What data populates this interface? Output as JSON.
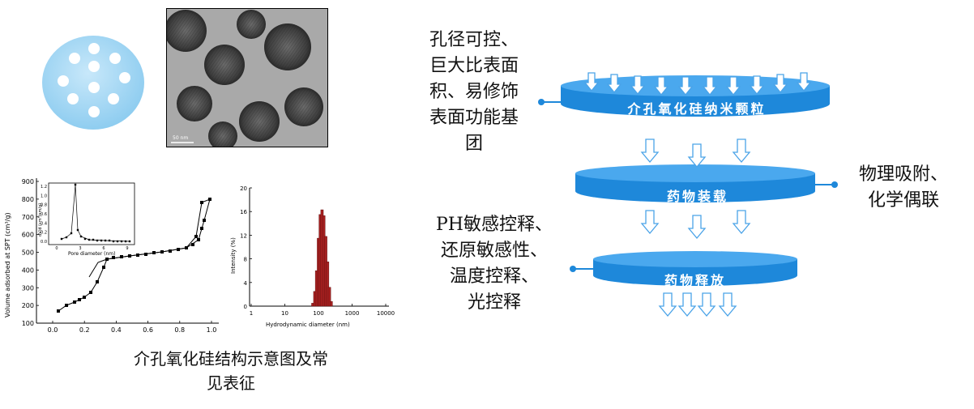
{
  "diagram": {
    "left_caption": "介孔氧化硅结构示意图及常见表征",
    "left_caption_line1": "介孔氧化硅结构示意图及常",
    "left_caption_line2": "见表征",
    "feature_text_lines": [
      "孔径可控、",
      "巨大比表面",
      "积、易修饰",
      "表面功能基",
      "团"
    ],
    "stages": [
      {
        "label": "介孔氧化硅纳米颗粒"
      },
      {
        "label": "药物装载"
      },
      {
        "label": "药物释放"
      }
    ],
    "loading_methods_lines": [
      "物理吸附、",
      "化学偶联"
    ],
    "release_methods_lines": [
      "PH敏感控释、",
      "还原敏感性、",
      "温度控释、",
      "光控释"
    ],
    "colors": {
      "disk_blue": "#1E88DA",
      "disk_top": "#3FA3EE",
      "arrow_outline": "#4AA3E8",
      "bar_red": "#A52020",
      "sphere_blue": "#9DD3F2"
    }
  },
  "tem": {
    "scale_label": "50 nm"
  },
  "isotherm_chart": {
    "ylabel": "Volume adsorbed at SPT (cm³/g)",
    "yticks": [
      "100",
      "200",
      "300",
      "400",
      "500",
      "600",
      "700",
      "800",
      "900"
    ],
    "xticks": [
      "0.0",
      "0.2",
      "0.4",
      "0.6",
      "0.8",
      "1.0"
    ],
    "inset_xlabel": "Pore diameter (nm)",
    "inset_ylabel": "dV/d (cm³/nm/g)",
    "inset_yticks": [
      "0.0",
      "0.2",
      "0.4",
      "0.6",
      "0.8",
      "1.0",
      "1.2"
    ],
    "inset_xticks": [
      "0",
      "3",
      "6",
      "9"
    ]
  },
  "chart_data": {
    "type": "bar",
    "title": "",
    "xlabel": "Hydrodynamic diameter (nm)",
    "ylabel": "Intensity (%)",
    "xscale": "log",
    "xlim": [
      1,
      10000
    ],
    "ylim": [
      0,
      20
    ],
    "xticks": [
      "1",
      "10",
      "100",
      "1000",
      "10000"
    ],
    "yticks": [
      "0",
      "4",
      "8",
      "12",
      "16",
      "20"
    ],
    "x": [
      68,
      78,
      88,
      100,
      113,
      128,
      145,
      165,
      187,
      212,
      240
    ],
    "values": [
      0.5,
      2.5,
      6,
      11.5,
      15.5,
      16.3,
      15.3,
      11.8,
      7.5,
      3.2,
      0.8
    ]
  }
}
